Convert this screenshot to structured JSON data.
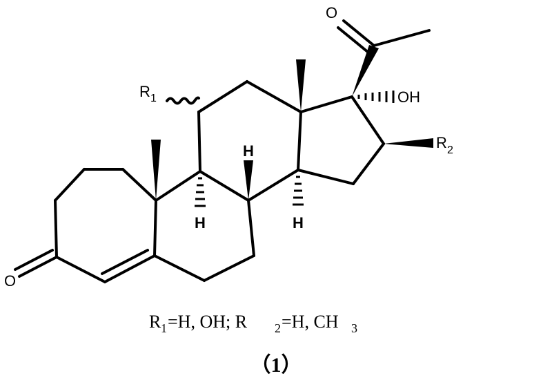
{
  "structure": {
    "o_ketone_side": "O",
    "o_ring_ketone": "O",
    "oh": "OH",
    "r1": "R",
    "r1_sub": "1",
    "r2": "R",
    "r2_sub": "2",
    "h_c8": "H",
    "h_c9": "H",
    "h_c14": "H"
  },
  "caption": {
    "r1": "R",
    "r1_sub": "1",
    "r1_values": "=H, OH; R",
    "r2_sub": "2",
    "r2_values": "=H, CH",
    "ch3_sub": "3"
  },
  "compound_label": "（1）"
}
